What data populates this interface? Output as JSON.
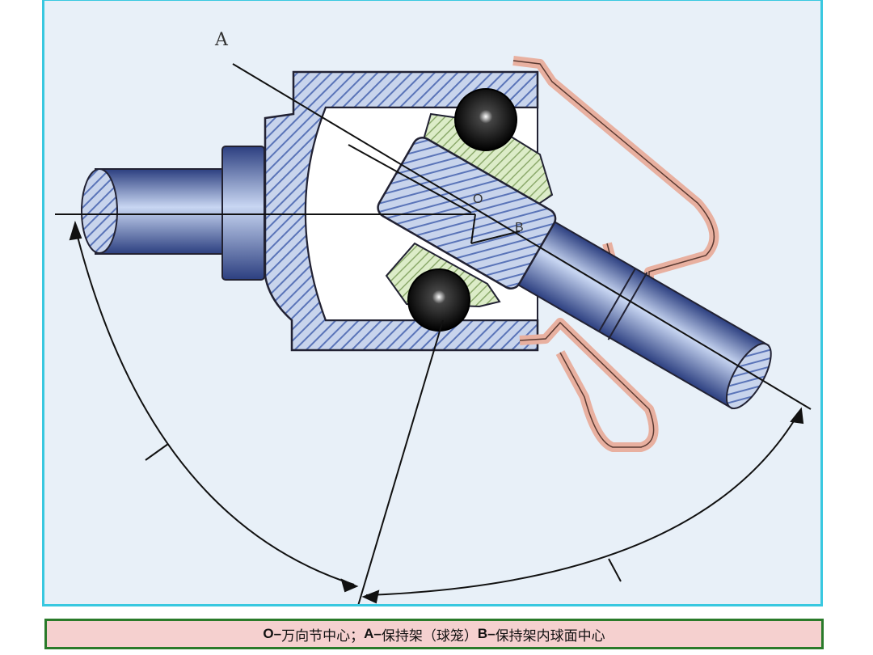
{
  "diagram": {
    "label_a": "A",
    "label_o": "O",
    "label_b": "B"
  },
  "caption": {
    "o_key": "O–",
    "o_text": "万向节中心；",
    "a_key": "A–",
    "a_text": "保持架（球笼）",
    "b_key": "B–",
    "b_text": "保持架内球面中心"
  },
  "colors": {
    "frame_border": "#38c8e0",
    "background": "#e8f0f8",
    "shaft_blue": "#4a64a8",
    "hatch": "#5a74b8",
    "cage_green": "#b6d49c",
    "boot_pink": "#e8b0a0",
    "caption_bg": "#f5d0cf",
    "caption_border": "#2a7a2a"
  }
}
